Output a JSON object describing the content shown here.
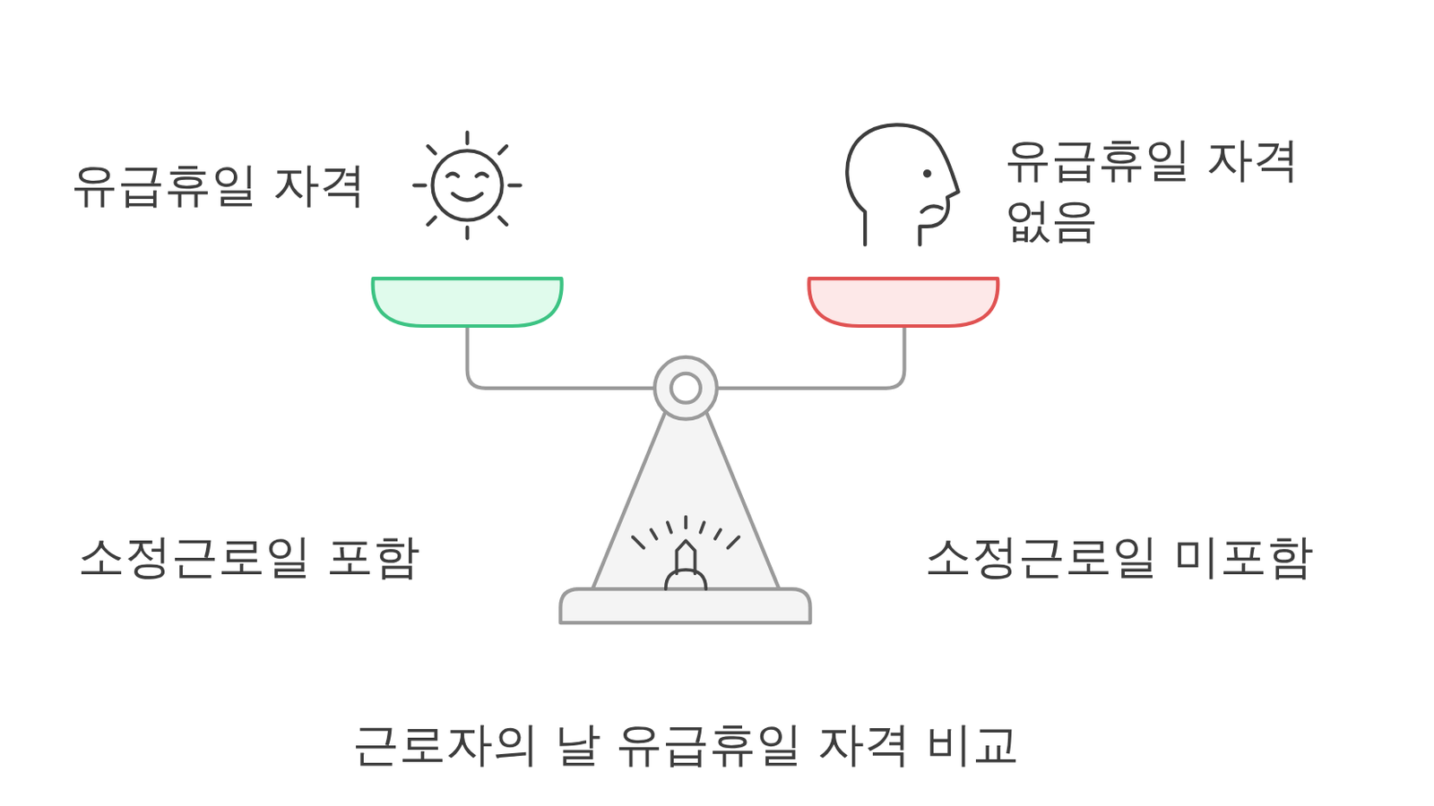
{
  "diagram": {
    "title": "근로자의 날 유급휴일 자격 비교",
    "labels": [
      "유급휴일 자격",
      "유급휴일 자격 없음",
      "소정근로일 포함",
      "소정근로일 미포함"
    ]
  }
}
